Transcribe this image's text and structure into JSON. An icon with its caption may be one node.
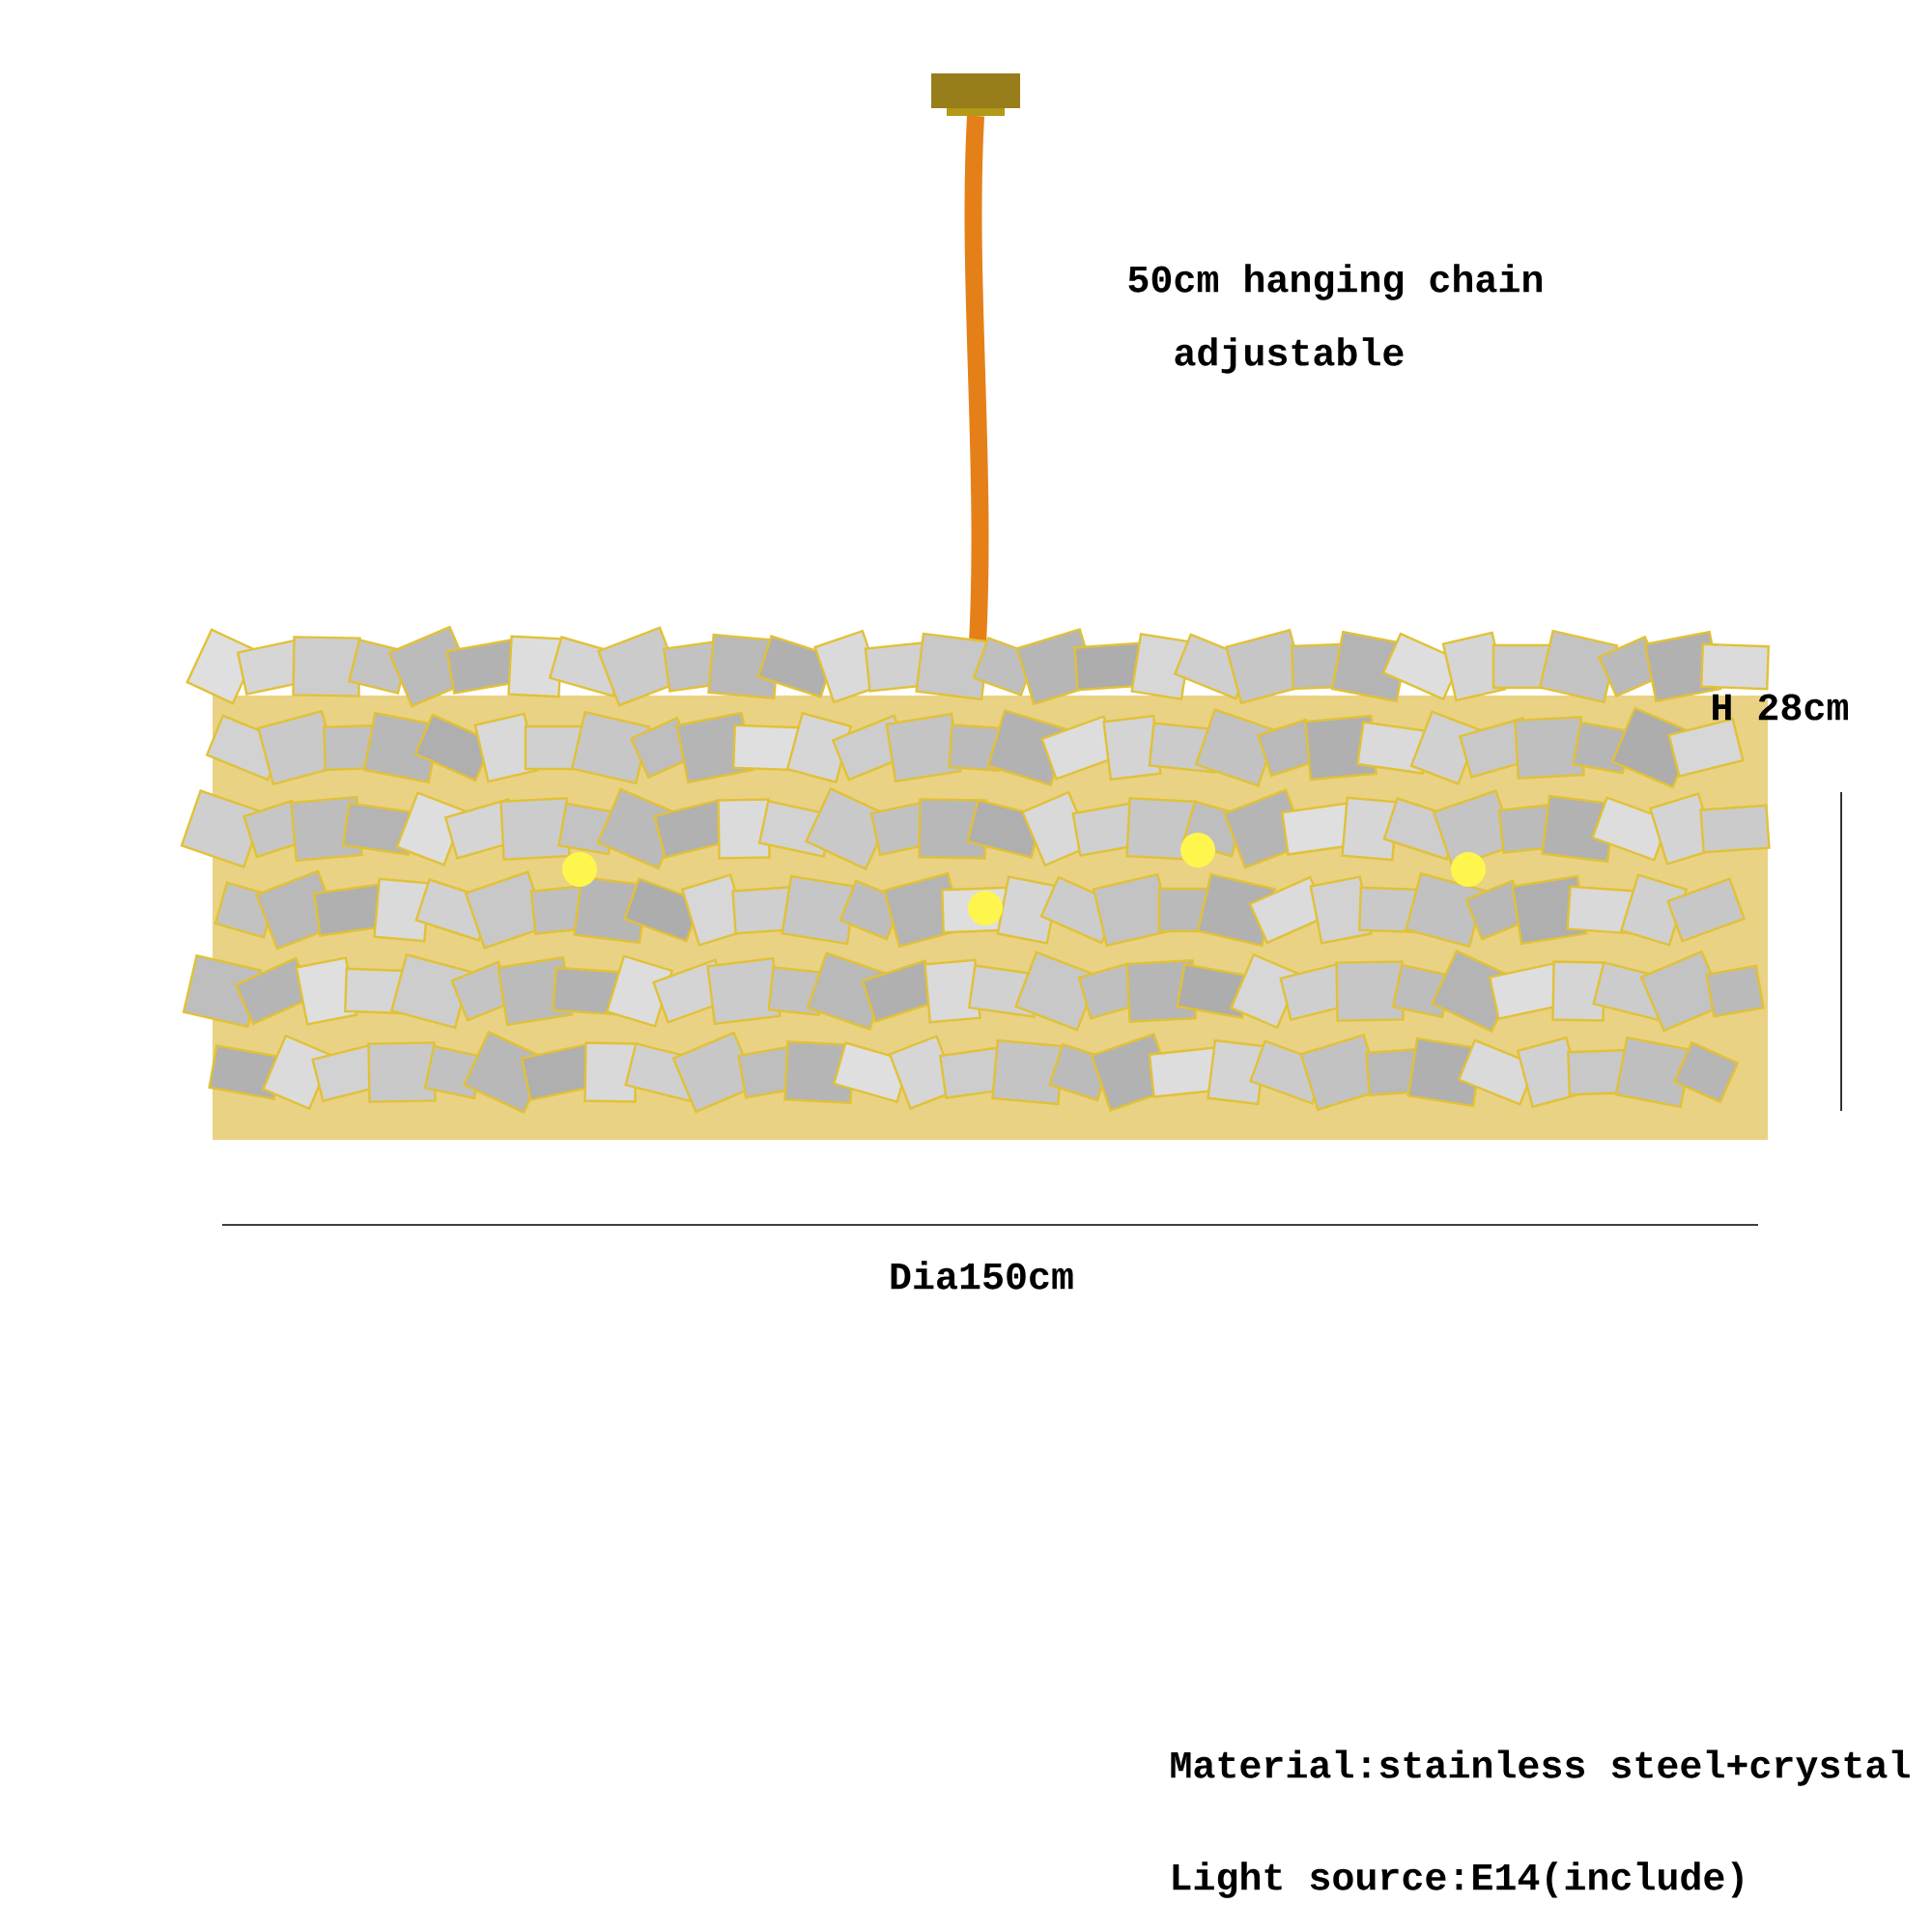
{
  "diagram": {
    "labels": [
      "50cm hanging chain",
      "adjustable",
      "H 28cm",
      "Dia150cm",
      "Material:stainless steel+crystal",
      "Light source:E14(include)"
    ]
  }
}
